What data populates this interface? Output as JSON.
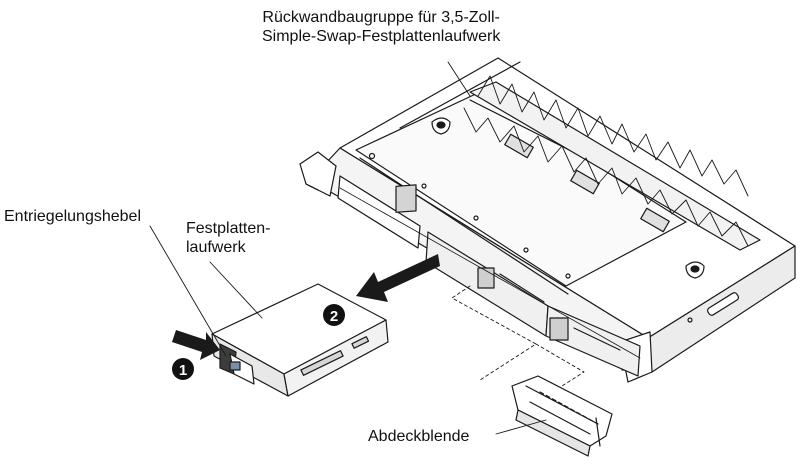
{
  "labels": {
    "backplane_line1": "Rückwandbaugruppe für 3,5-Zoll-",
    "backplane_line2": "Simple-Swap-Festplattenlaufwerk",
    "release_lever": "Entriegelungshebel",
    "drive_line1": "Festplatten-",
    "drive_line2": "laufwerk",
    "filler_panel": "Abdeckblende"
  },
  "callouts": {
    "step1": "1",
    "step2": "2"
  },
  "colors": {
    "line": "#1a1a1a",
    "callout_fill": "#111111",
    "callout_text": "#ffffff"
  }
}
